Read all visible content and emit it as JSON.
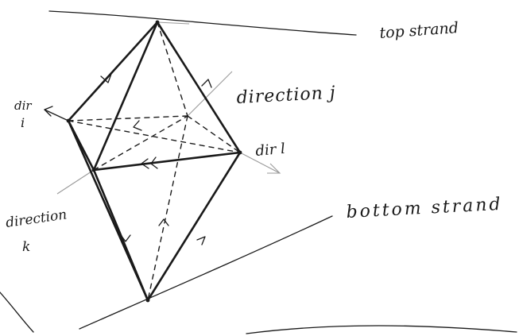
{
  "labels": {
    "top_strand": "top strand",
    "bottom_strand": "bottom strand",
    "direction_j": "direction j",
    "dir_l": "dir l",
    "dir_i_line1": "dir",
    "dir_i_line2": "i",
    "direction_k_line1": "direction",
    "direction_k_line2": "k"
  }
}
